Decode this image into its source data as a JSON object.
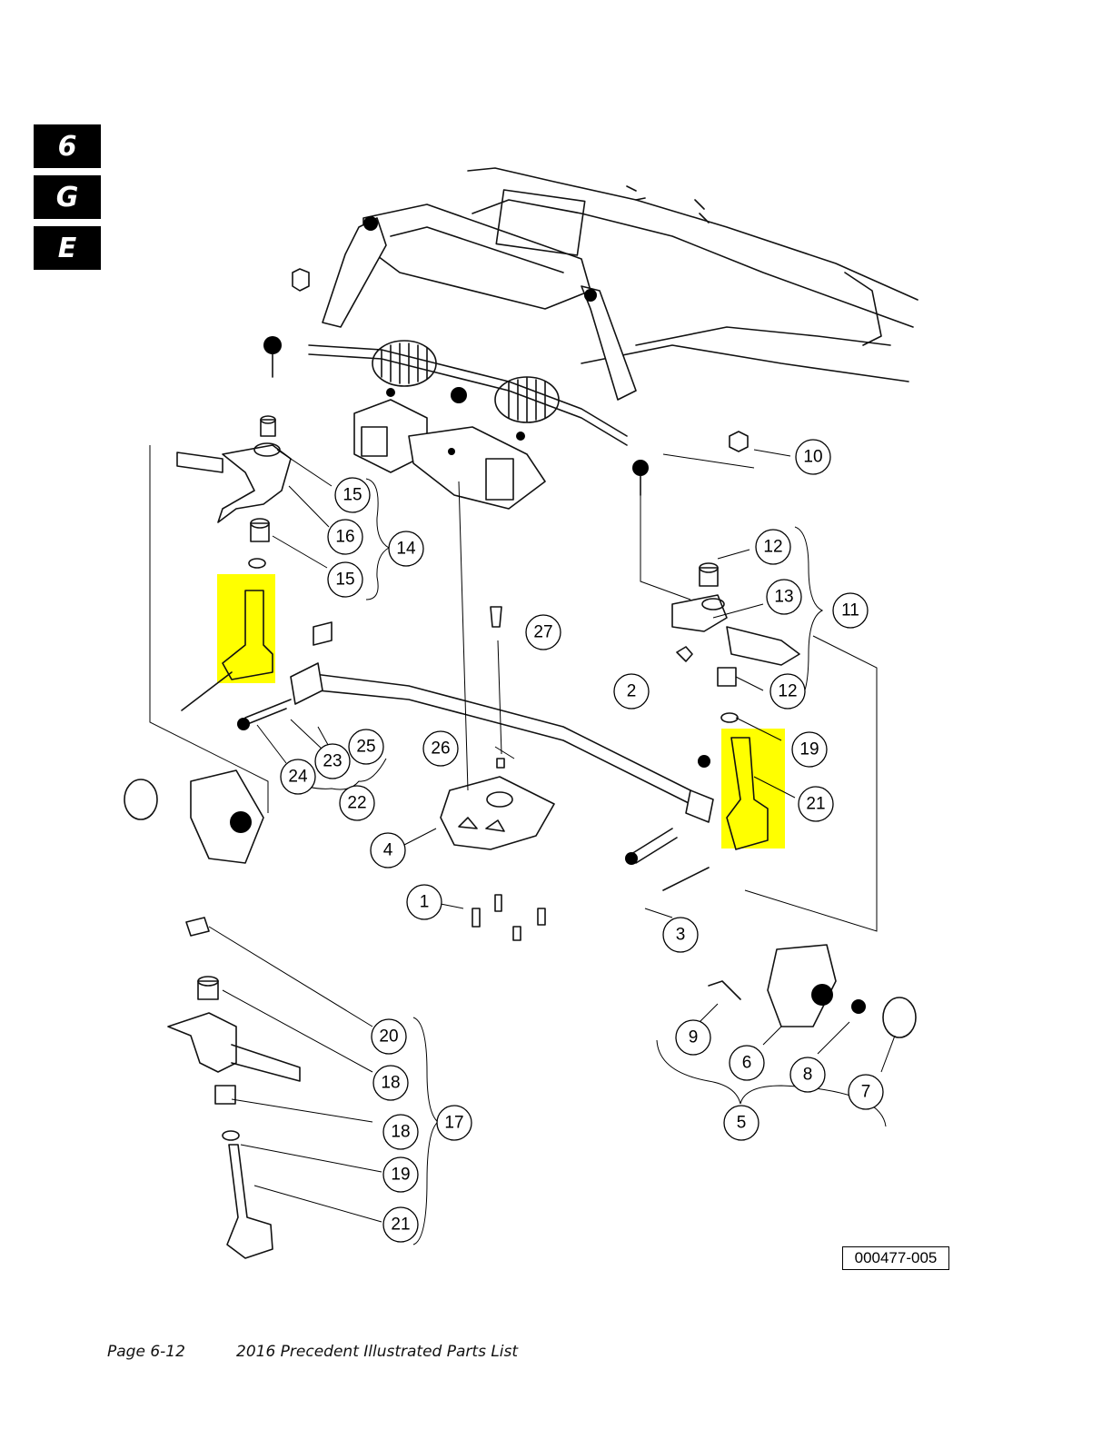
{
  "section_tabs": [
    "6",
    "G",
    "E"
  ],
  "figure_id": "000477-005",
  "footer": {
    "page": "Page 6-12",
    "title": "2016 Precedent Illustrated Parts List"
  },
  "highlight_color": "#ffff00",
  "callouts": [
    {
      "id": "c1",
      "label": "1"
    },
    {
      "id": "c2",
      "label": "2"
    },
    {
      "id": "c3",
      "label": "3"
    },
    {
      "id": "c4",
      "label": "4"
    },
    {
      "id": "c5",
      "label": "5"
    },
    {
      "id": "c6",
      "label": "6"
    },
    {
      "id": "c7",
      "label": "7"
    },
    {
      "id": "c8",
      "label": "8"
    },
    {
      "id": "c9",
      "label": "9"
    },
    {
      "id": "c10",
      "label": "10"
    },
    {
      "id": "c11",
      "label": "11"
    },
    {
      "id": "c12a",
      "label": "12"
    },
    {
      "id": "c12b",
      "label": "12"
    },
    {
      "id": "c13",
      "label": "13"
    },
    {
      "id": "c14",
      "label": "14"
    },
    {
      "id": "c15a",
      "label": "15"
    },
    {
      "id": "c15b",
      "label": "15"
    },
    {
      "id": "c16",
      "label": "16"
    },
    {
      "id": "c17",
      "label": "17"
    },
    {
      "id": "c18a",
      "label": "18"
    },
    {
      "id": "c18b",
      "label": "18"
    },
    {
      "id": "c19a",
      "label": "19"
    },
    {
      "id": "c19b",
      "label": "19"
    },
    {
      "id": "c20",
      "label": "20"
    },
    {
      "id": "c21a",
      "label": "21"
    },
    {
      "id": "c21b",
      "label": "21"
    },
    {
      "id": "c22",
      "label": "22"
    },
    {
      "id": "c23",
      "label": "23"
    },
    {
      "id": "c24",
      "label": "24"
    },
    {
      "id": "c25",
      "label": "25"
    },
    {
      "id": "c26",
      "label": "26"
    },
    {
      "id": "c27",
      "label": "27"
    }
  ]
}
